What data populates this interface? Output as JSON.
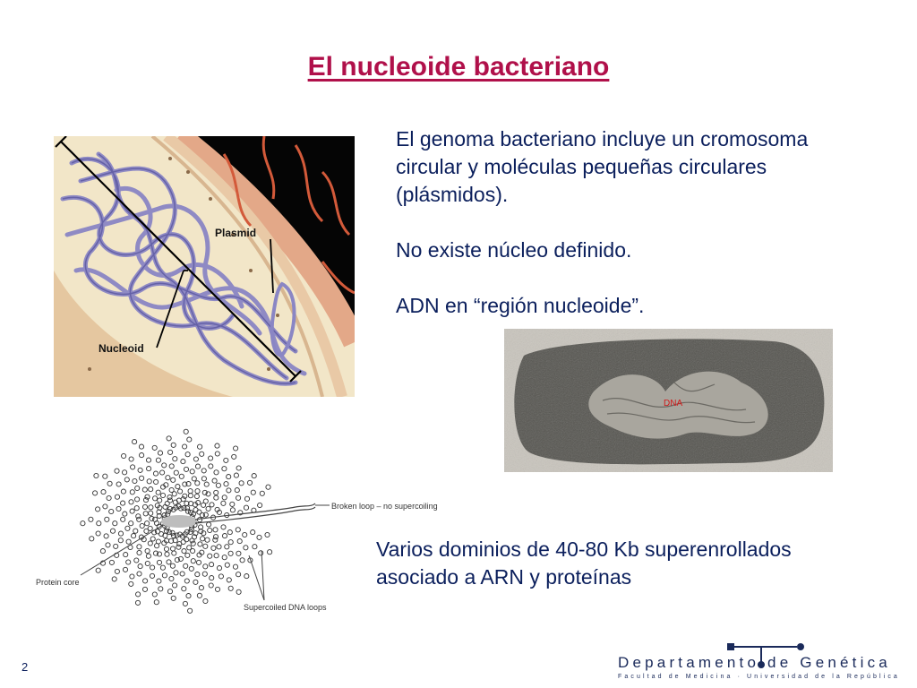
{
  "slide": {
    "title": "El nucleoide bacteriano",
    "page_number": "2"
  },
  "text_block_1": {
    "lines": [
      "El genoma bacteriano incluye un cromosoma",
      "circular y moléculas pequeñas circulares",
      "(plásmidos).",
      "No existe núcleo definido.",
      "ADN en “región nucleoide”."
    ]
  },
  "text_block_2": {
    "lines": [
      "Varios dominios de 40-80 Kb superenrollados",
      "asociado a ARN y proteínas"
    ]
  },
  "figure_cell": {
    "label_plasmid": "Plasmid",
    "label_nucleoid": "Nucleoid"
  },
  "figure_micrograph": {
    "label_dna": "DNA"
  },
  "figure_loops": {
    "label_broken": "Broken loop – no supercoiling",
    "label_core": "Protein core",
    "label_supercoiled": "Supercoiled DNA loops"
  },
  "footer": {
    "department": "Departamento de Genética",
    "subtitle": "Facultad de Medicina · Universidad de la República"
  },
  "colors": {
    "title": "#b0104a",
    "body_text": "#0b1f5c",
    "dna_label": "#d11a1a"
  }
}
